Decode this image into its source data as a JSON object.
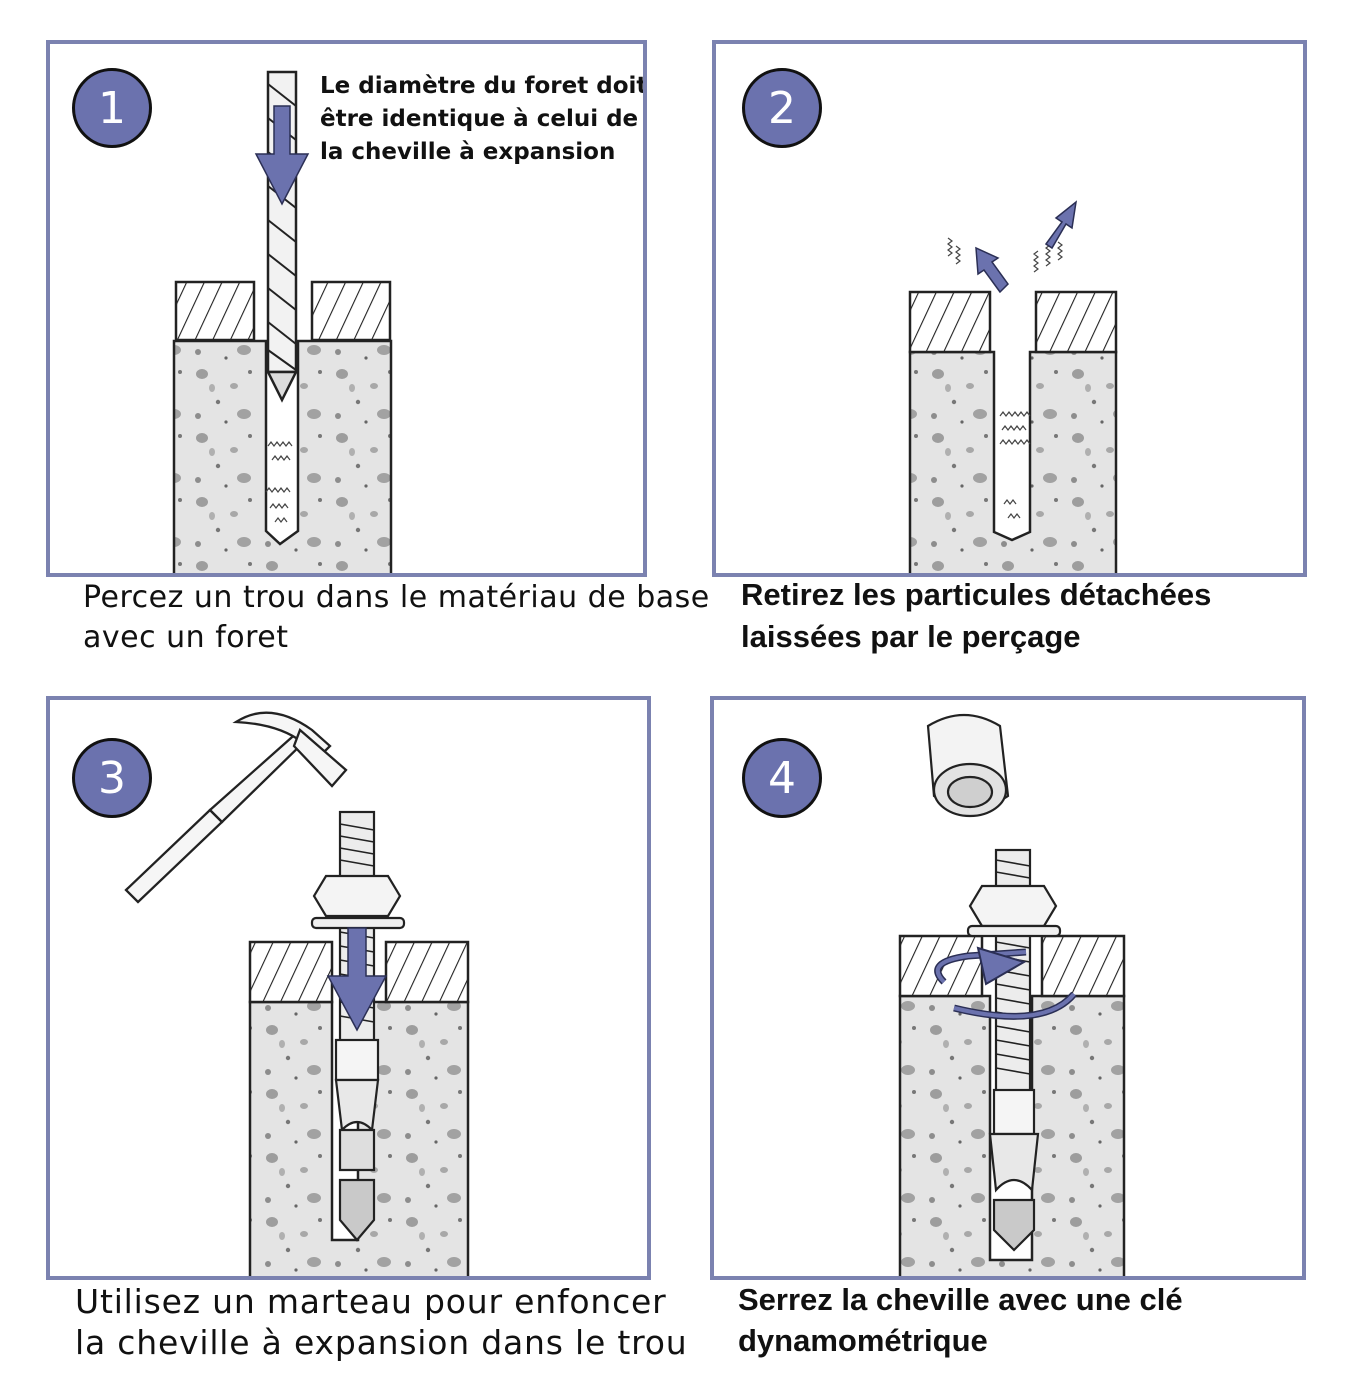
{
  "steps": [
    {
      "number": "1",
      "caption_lines": [
        "Percez un trou dans le matériau de base",
        "avec un foret"
      ],
      "note_lines": [
        "Le diamètre du foret doit",
        "être identique à celui de",
        "la cheville à expansion"
      ]
    },
    {
      "number": "2",
      "caption_lines": [
        "Retirez les particules détachées",
        "laissées par le perçage"
      ]
    },
    {
      "number": "3",
      "caption_lines": [
        "Utilisez un marteau pour enfoncer",
        "la cheville à expansion dans le trou"
      ]
    },
    {
      "number": "4",
      "caption_lines": [
        "Serrez la cheville avec une clé",
        "dynamométrique"
      ]
    }
  ],
  "colors": {
    "frame": "#7b82b0",
    "accent": "#6b72ae",
    "concrete": "#e3e3e3",
    "speckle": "#9a9a9a",
    "line": "#222222"
  },
  "icons": [
    "drill-bit-icon",
    "down-arrow-icon",
    "dust-particles-icon",
    "up-arrow-icon",
    "hammer-icon",
    "anchor-bolt-icon",
    "socket-icon",
    "rotation-arrow-icon"
  ]
}
